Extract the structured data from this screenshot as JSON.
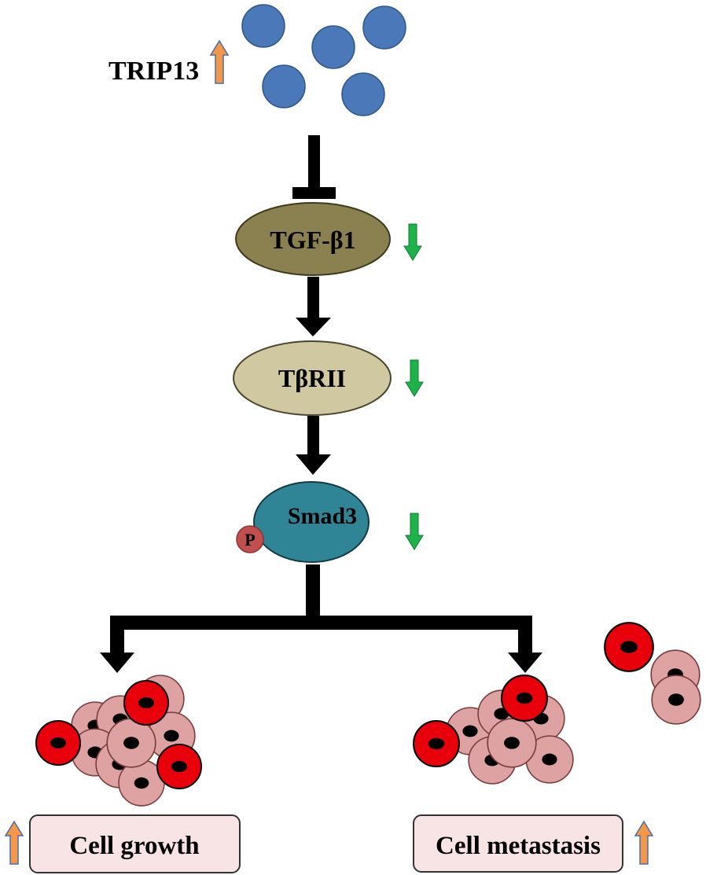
{
  "diagram": {
    "ligand": {
      "label": "TRIP13",
      "change": "up"
    },
    "nodes": [
      {
        "id": "tgf_b1",
        "label": "TGF-β1",
        "color": "#8a8050",
        "change": "down"
      },
      {
        "id": "tbrii",
        "label": "TβRII",
        "color": "#cfc8a0",
        "change": "down"
      },
      {
        "id": "smad3",
        "label": "Smad3",
        "color": "#2f8596",
        "change": "down",
        "modification": "P"
      }
    ],
    "relations": [
      {
        "from": "TRIP13",
        "to": "TGF-β1",
        "type": "inhibits"
      },
      {
        "from": "TGF-β1",
        "to": "TβRII",
        "type": "activates"
      },
      {
        "from": "TβRII",
        "to": "Smad3",
        "type": "activates"
      },
      {
        "from": "Smad3",
        "to": "Cell growth",
        "type": "leads_to"
      },
      {
        "from": "Smad3",
        "to": "Cell metastasis",
        "type": "leads_to"
      }
    ],
    "outcomes": [
      {
        "id": "growth",
        "label": "Cell growth",
        "change": "up"
      },
      {
        "id": "metastasis",
        "label": "Cell metastasis",
        "change": "up"
      }
    ],
    "colors": {
      "molecule_blue": "#4a78b8",
      "up_arrow_orange": "#f3984b",
      "down_arrow_green": "#1db34a",
      "cell_red": "#e8000b",
      "cell_pink": "#dfa2a2",
      "phospho_red": "#c0504d",
      "outcome_box_fill": "#f8e4e4"
    }
  }
}
